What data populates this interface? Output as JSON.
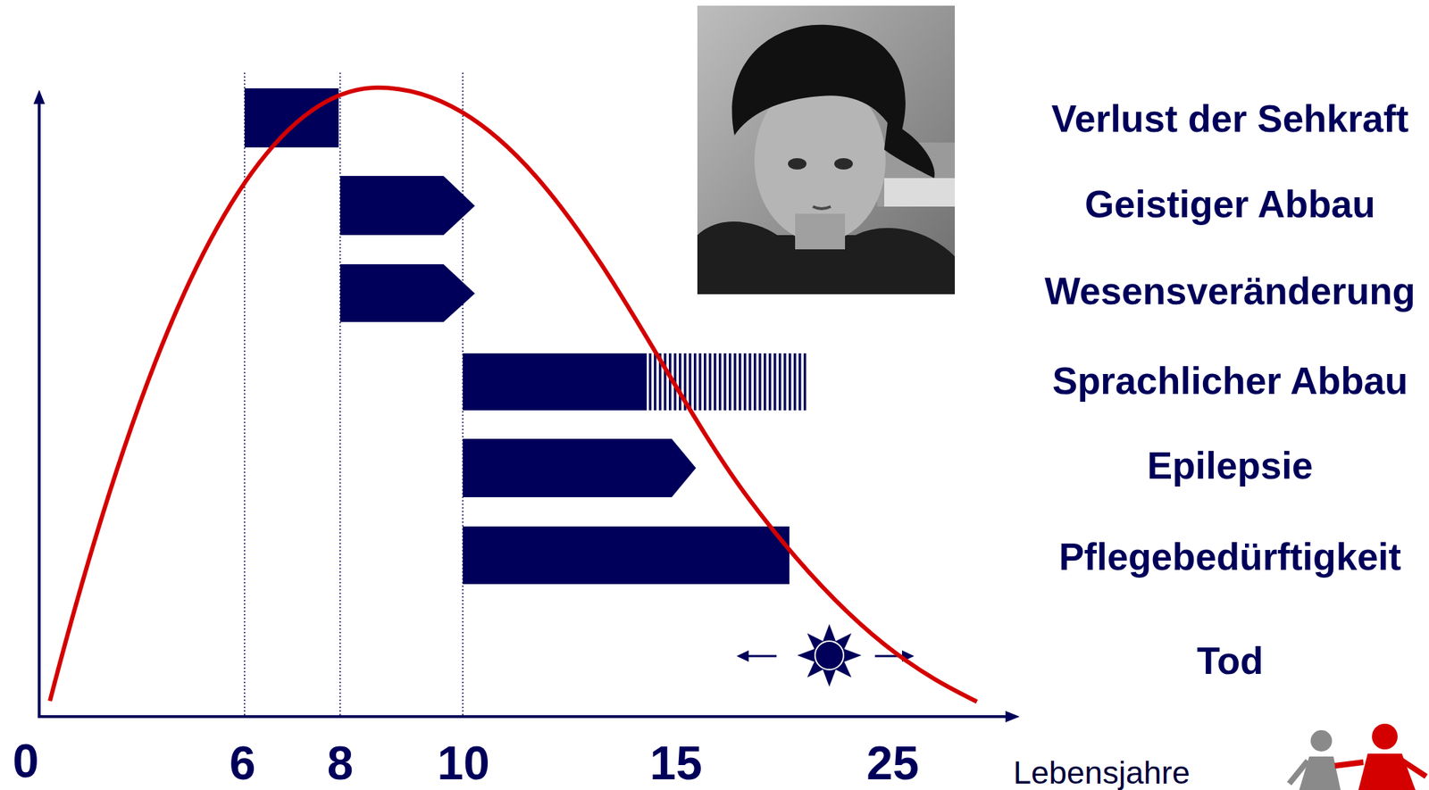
{
  "diagram": {
    "labels": [
      "Verlust der Sehkraft",
      "Geistiger Abbau",
      "Wesensveränderung",
      "Sprachlicher Abbau",
      "Epilepsie",
      "Pflegebedürftigkeit",
      "Tod",
      "0",
      "6",
      "8",
      "10",
      "15",
      "25",
      "Lebensjahre"
    ]
  }
}
